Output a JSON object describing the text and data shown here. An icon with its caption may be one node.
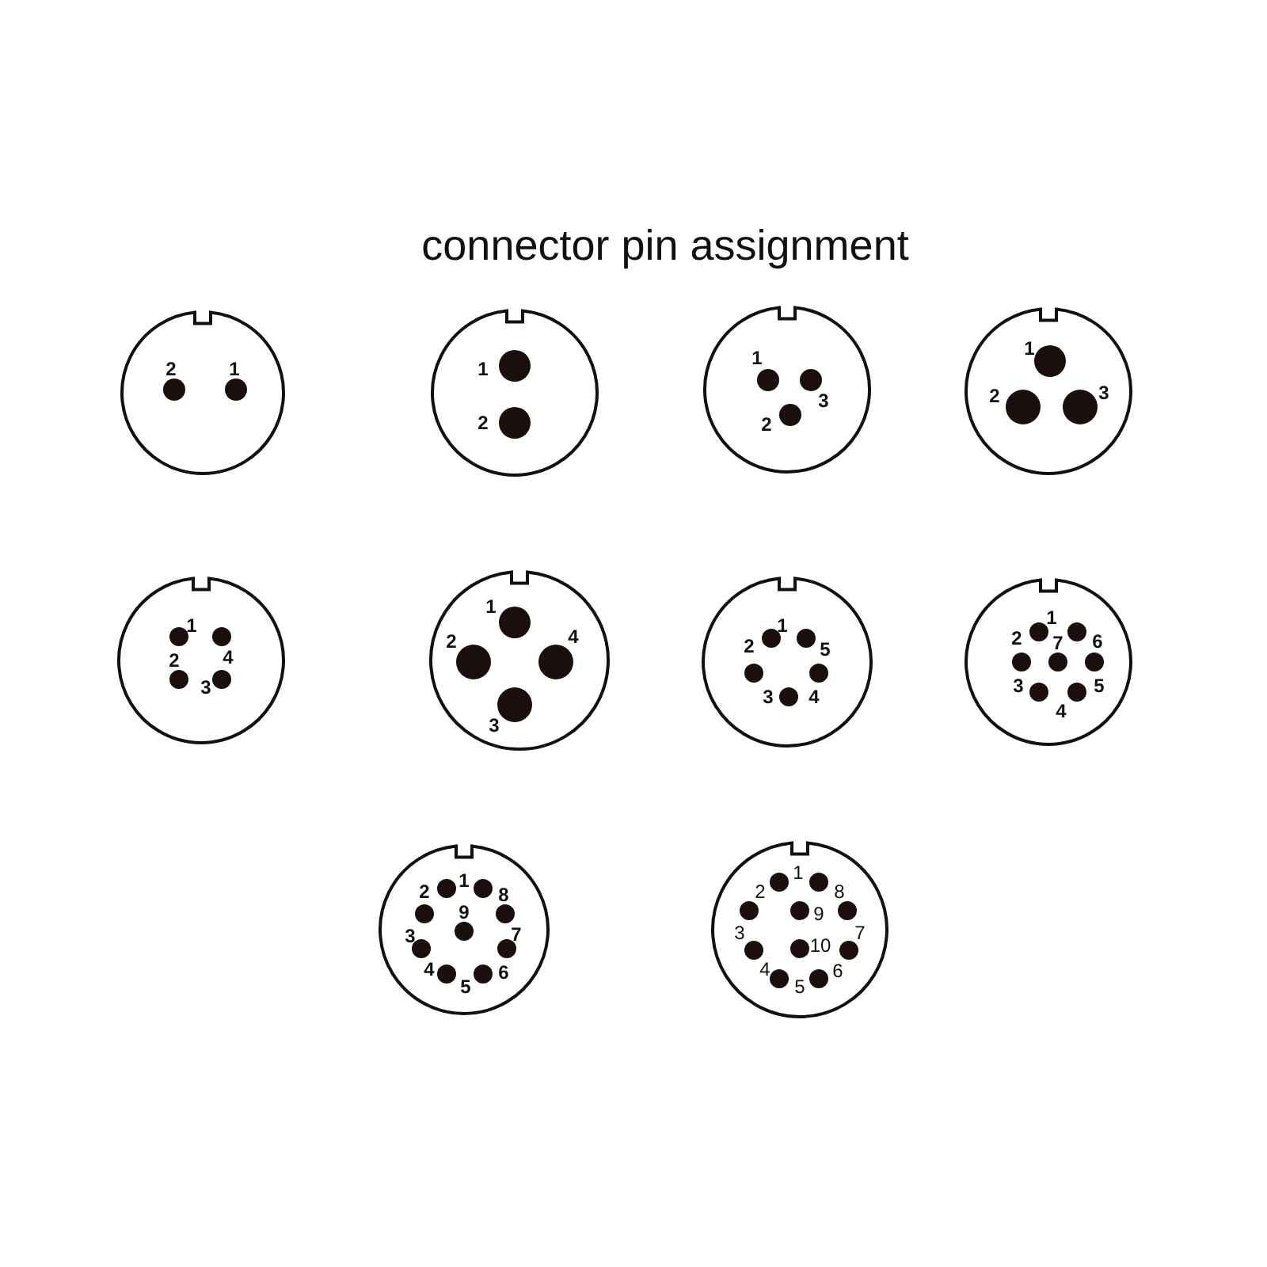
{
  "diagram": {
    "title": "connector pin assignment",
    "nodes": [
      {
        "text": [
          "2",
          "1"
        ]
      },
      {
        "text": [
          "1",
          "2"
        ]
      },
      {
        "text": [
          "1",
          "3",
          "2"
        ]
      },
      {
        "text": [
          "1",
          "2",
          "3"
        ]
      },
      {
        "text": [
          "1",
          "2",
          "4",
          "3"
        ]
      },
      {
        "text": [
          "1",
          "2",
          "4",
          "3"
        ]
      },
      {
        "text": [
          "1",
          "2",
          "5",
          "3",
          "4"
        ]
      },
      {
        "text": [
          "1",
          "2",
          "7",
          "6",
          "3",
          "5",
          "4"
        ]
      },
      {
        "text": [
          "2",
          "1",
          "8",
          "9",
          "3",
          "7",
          "4",
          "6",
          "5"
        ]
      },
      {
        "text": [
          "1",
          "2",
          "8",
          "9",
          "3",
          "7",
          "10",
          "4",
          "6",
          "5"
        ]
      }
    ]
  }
}
